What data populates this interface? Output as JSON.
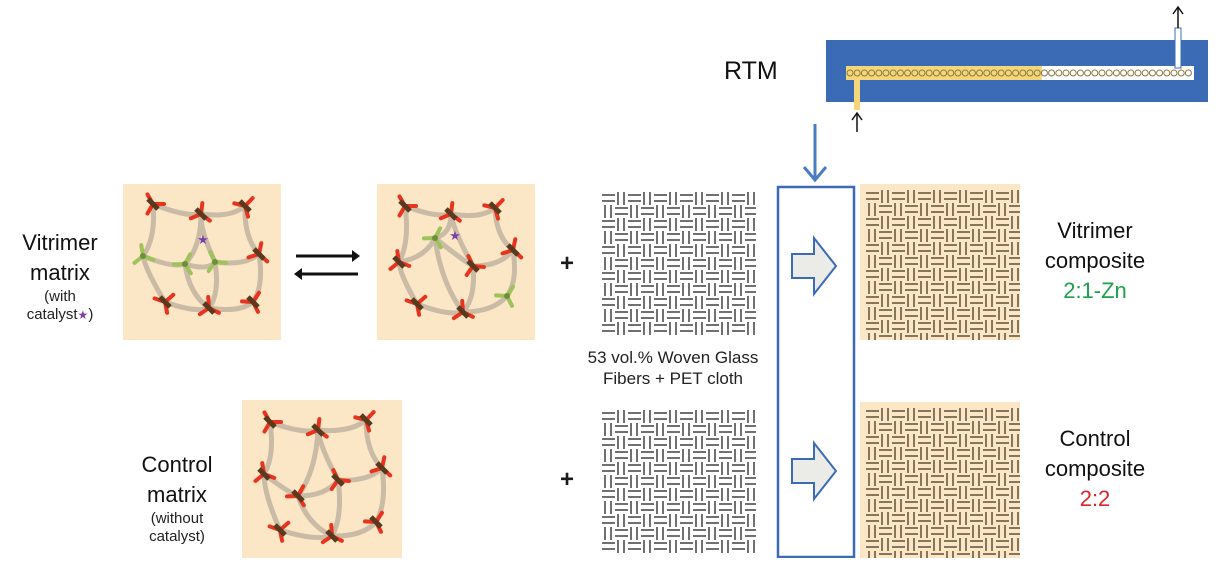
{
  "rtm": {
    "label": "RTM"
  },
  "vitrimer": {
    "title_line1": "Vitrimer",
    "title_line2": "matrix",
    "sub_line1": "(with",
    "sub_line2_prefix": "catalyst",
    "sub_line2_suffix": ")"
  },
  "control": {
    "title_line1": "Control",
    "title_line2": "matrix",
    "sub_line1": "(without",
    "sub_line2": "catalyst)"
  },
  "fibers": {
    "plus_top": "+",
    "plus_bottom": "+",
    "caption_line1": "53 vol.% Woven Glass",
    "caption_line2": "Fibers + PET cloth"
  },
  "outputs": {
    "vitrimer": {
      "line1": "Vitrimer",
      "line2": "composite",
      "code": "2:1-Zn"
    },
    "control": {
      "line1": "Control",
      "line2": "composite",
      "code": "2:2"
    }
  },
  "colors": {
    "panel": "#fbe6c6",
    "mold": "#3b6bb5",
    "frame": "#3b6bb5",
    "vitrimer_code": "#1fa04a",
    "control_code": "#d9262b",
    "catalyst": "#7a3fa8",
    "crosslink_red": "#e8331f",
    "crosslink_dark": "#5a3a1e",
    "exchange_green": "#9dc35a",
    "chain": "#c9bba5"
  },
  "icons": [
    "equilibrium-arrows-icon",
    "down-arrow-icon",
    "right-block-arrow-icon",
    "catalyst-star-icon",
    "woven-fabric-icon",
    "rtm-mold-icon"
  ]
}
